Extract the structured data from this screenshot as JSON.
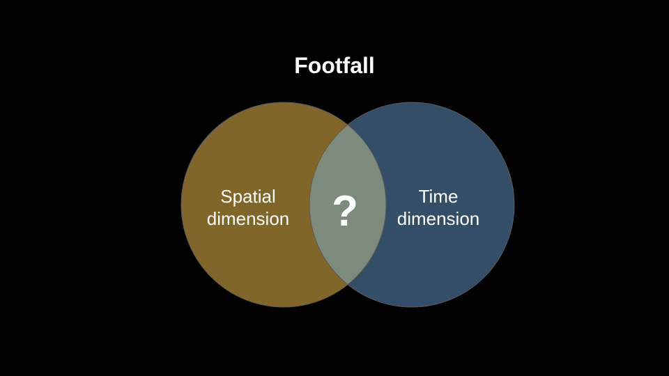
{
  "slide": {
    "title": "Footfall"
  },
  "venn": {
    "left_set": {
      "label_line1": "Spatial",
      "label_line2": "dimension",
      "color": "#806628"
    },
    "right_set": {
      "label_line1": "Time",
      "label_line2": "dimension",
      "color": "#344e67"
    },
    "intersection": {
      "label": "?",
      "color": "#7c8b7c"
    },
    "outline_color": "#5a5a5a"
  }
}
